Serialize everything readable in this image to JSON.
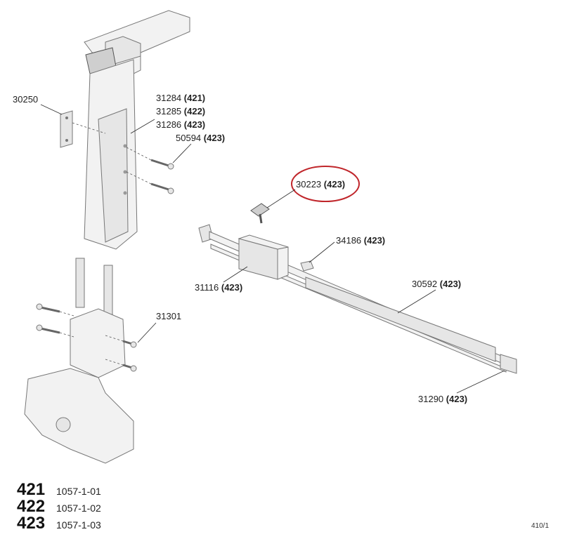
{
  "labels": [
    {
      "id": "l30250",
      "num": "30250",
      "code": ""
    },
    {
      "id": "l31284",
      "num": "31284",
      "code": "(421)"
    },
    {
      "id": "l31285",
      "num": "31285",
      "code": "(422)"
    },
    {
      "id": "l31286",
      "num": "31286",
      "code": "(423)"
    },
    {
      "id": "l50594",
      "num": "50594",
      "code": "(423)"
    },
    {
      "id": "l30223",
      "num": "30223",
      "code": "(423)"
    },
    {
      "id": "l34186",
      "num": "34186",
      "code": "(423)"
    },
    {
      "id": "l31116",
      "num": "31116",
      "code": "(423)"
    },
    {
      "id": "l30592",
      "num": "30592",
      "code": "(423)"
    },
    {
      "id": "l31301",
      "num": "31301",
      "code": ""
    },
    {
      "id": "l31290",
      "num": "31290",
      "code": "(423)"
    }
  ],
  "legend": [
    {
      "code": "421",
      "number": "1057-1-01"
    },
    {
      "code": "422",
      "number": "1057-1-02"
    },
    {
      "code": "423",
      "number": "1057-1-03"
    }
  ],
  "highlight_color": "#c0262b",
  "page_number": "410/1"
}
